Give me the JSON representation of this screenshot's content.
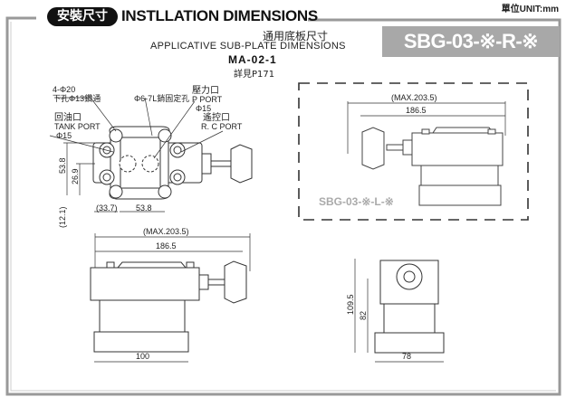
{
  "header": {
    "badge": "安裝尺寸",
    "title": "INSTLLATION DIMENSIONS",
    "unit": "單位UNIT:mm",
    "model": "SBG-03-※-R-※",
    "subplate_cn": "通用底板尺寸",
    "subplate_en": "APPLICATIVE SUB-PLATE DIMENSIONS",
    "subplate_model": "MA-02-1",
    "see_page": "詳見P171"
  },
  "top_view": {
    "bolt_holes": "4-Φ20",
    "bolt_through": "下孔Φ13鑽通",
    "pin_hole": "Φ6-7L銷固定孔",
    "p_port_cn": "壓力口",
    "p_port_en": "P  PORT",
    "p_port_dia": "Φ15",
    "tank_port_cn": "回油口",
    "tank_port_en": "TANK  PORT",
    "tank_port_dia": "Φ15",
    "rc_port_cn": "遙控口",
    "rc_port_en": "R. C PORT",
    "dim_height": "53.8",
    "dim_half": "26.9",
    "dim_offset": "(12.1)",
    "dim_left": "(33.7)",
    "dim_width": "53.8"
  },
  "side_view": {
    "dim_max": "(MAX.203.5)",
    "dim_length": "186.5",
    "dim_base": "100"
  },
  "front_view": {
    "dim_total_height": "109.5",
    "dim_height": "82",
    "dim_width": "78"
  },
  "left_variant": {
    "dim_max": "(MAX.203.5)",
    "dim_length": "186.5",
    "model": "SBG-03-※-L-※"
  }
}
